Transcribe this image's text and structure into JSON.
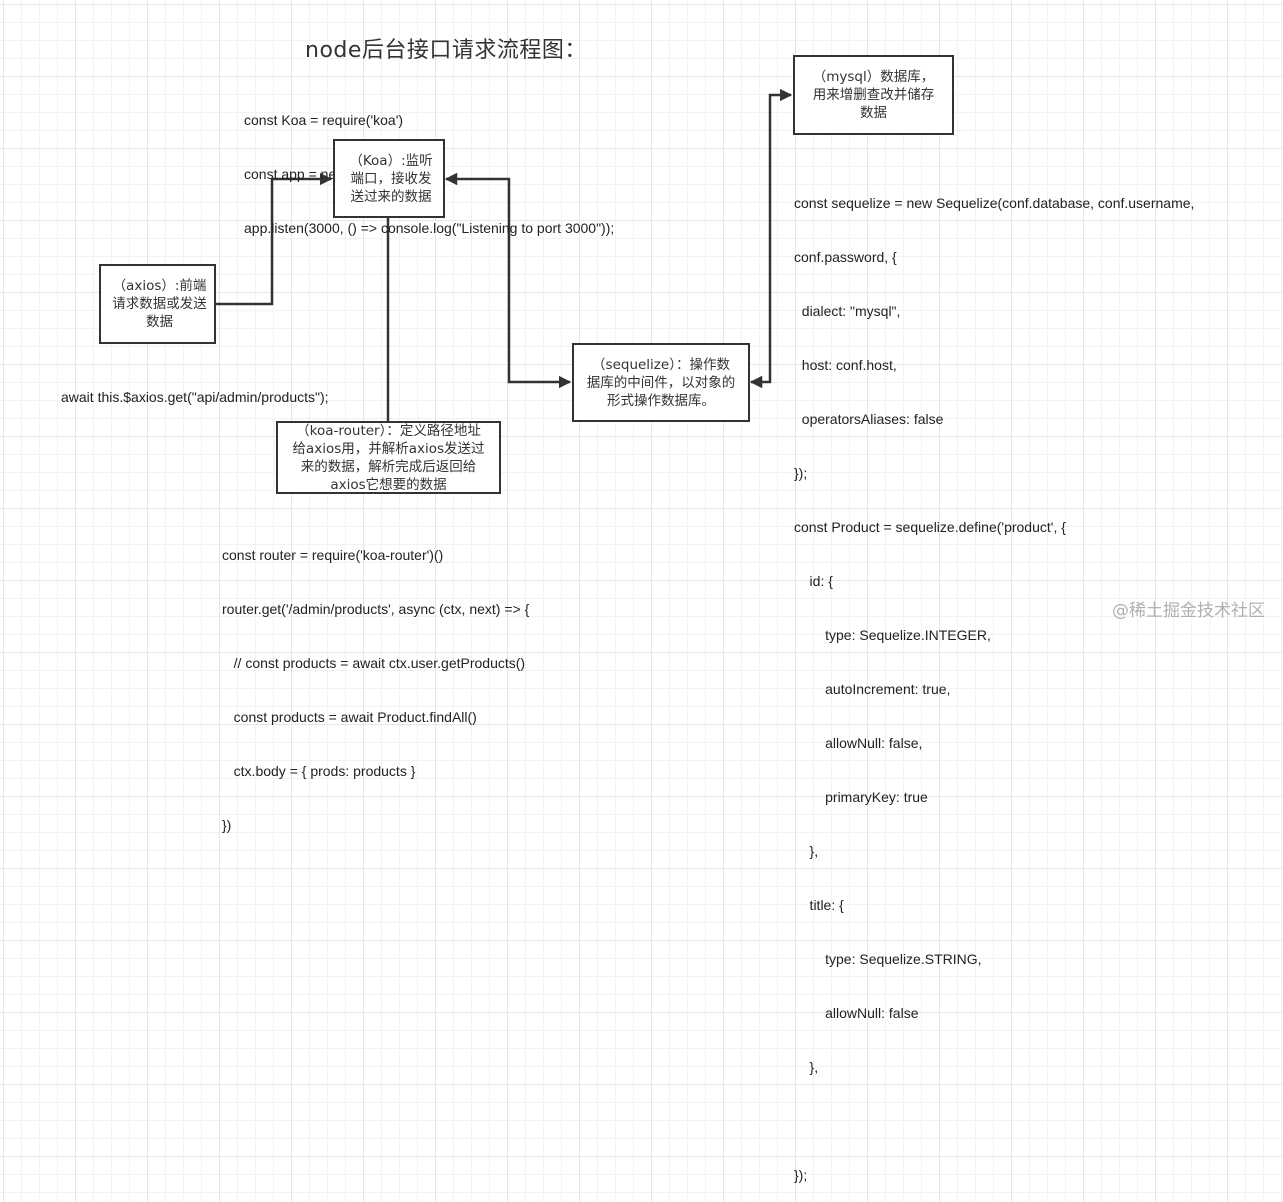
{
  "title": "node后台接口请求流程图：",
  "nodes": {
    "koa": "（Koa）:监听端口，接收发送过来的数据",
    "axios": "（axios）:前端请求数据或发送数据",
    "koa_router": "（koa-router）：定义路径地址给axios用，并解析axios发送过来的数据，解析完成后返回给axios它想要的数据",
    "sequelize": "（sequelize）：操作数据库的中间件，以对象的形式操作数据库。",
    "mysql": "（mysql）数据库，用来增删查改并储存数据"
  },
  "code": {
    "koa": [
      "const Koa = require('koa')",
      "const app = new Koa()",
      "app.listen(3000, () => console.log(\"Listening to port 3000\"));"
    ],
    "axios": [
      "await this.$axios.get(\"api/admin/products\");"
    ],
    "router": [
      "const router = require('koa-router')()",
      "router.get('/admin/products', async (ctx, next) => {",
      "   // const products = await ctx.user.getProducts()",
      "   const products = await Product.findAll()",
      "   ctx.body = { prods: products }",
      "})"
    ],
    "sequelize": [
      "const sequelize = new Sequelize(conf.database, conf.username,",
      "conf.password, {",
      "  dialect: \"mysql\",",
      "  host: conf.host,",
      "  operatorsAliases: false",
      "});",
      "const Product = sequelize.define('product', {",
      "    id: {",
      "        type: Sequelize.INTEGER,",
      "        autoIncrement: true,",
      "        allowNull: false,",
      "        primaryKey: true",
      "    },",
      "    title: {",
      "        type: Sequelize.STRING,",
      "        allowNull: false",
      "    },",
      "",
      "});"
    ]
  },
  "edges": [
    {
      "from": "axios",
      "to": "koa",
      "arrow": "end"
    },
    {
      "from": "koa",
      "to": "sequelize",
      "arrow": "both"
    },
    {
      "from": "koa",
      "to": "koa_router",
      "arrow": "none"
    },
    {
      "from": "sequelize",
      "to": "mysql",
      "arrow": "both"
    }
  ],
  "watermark": "@稀土掘金技术社区"
}
